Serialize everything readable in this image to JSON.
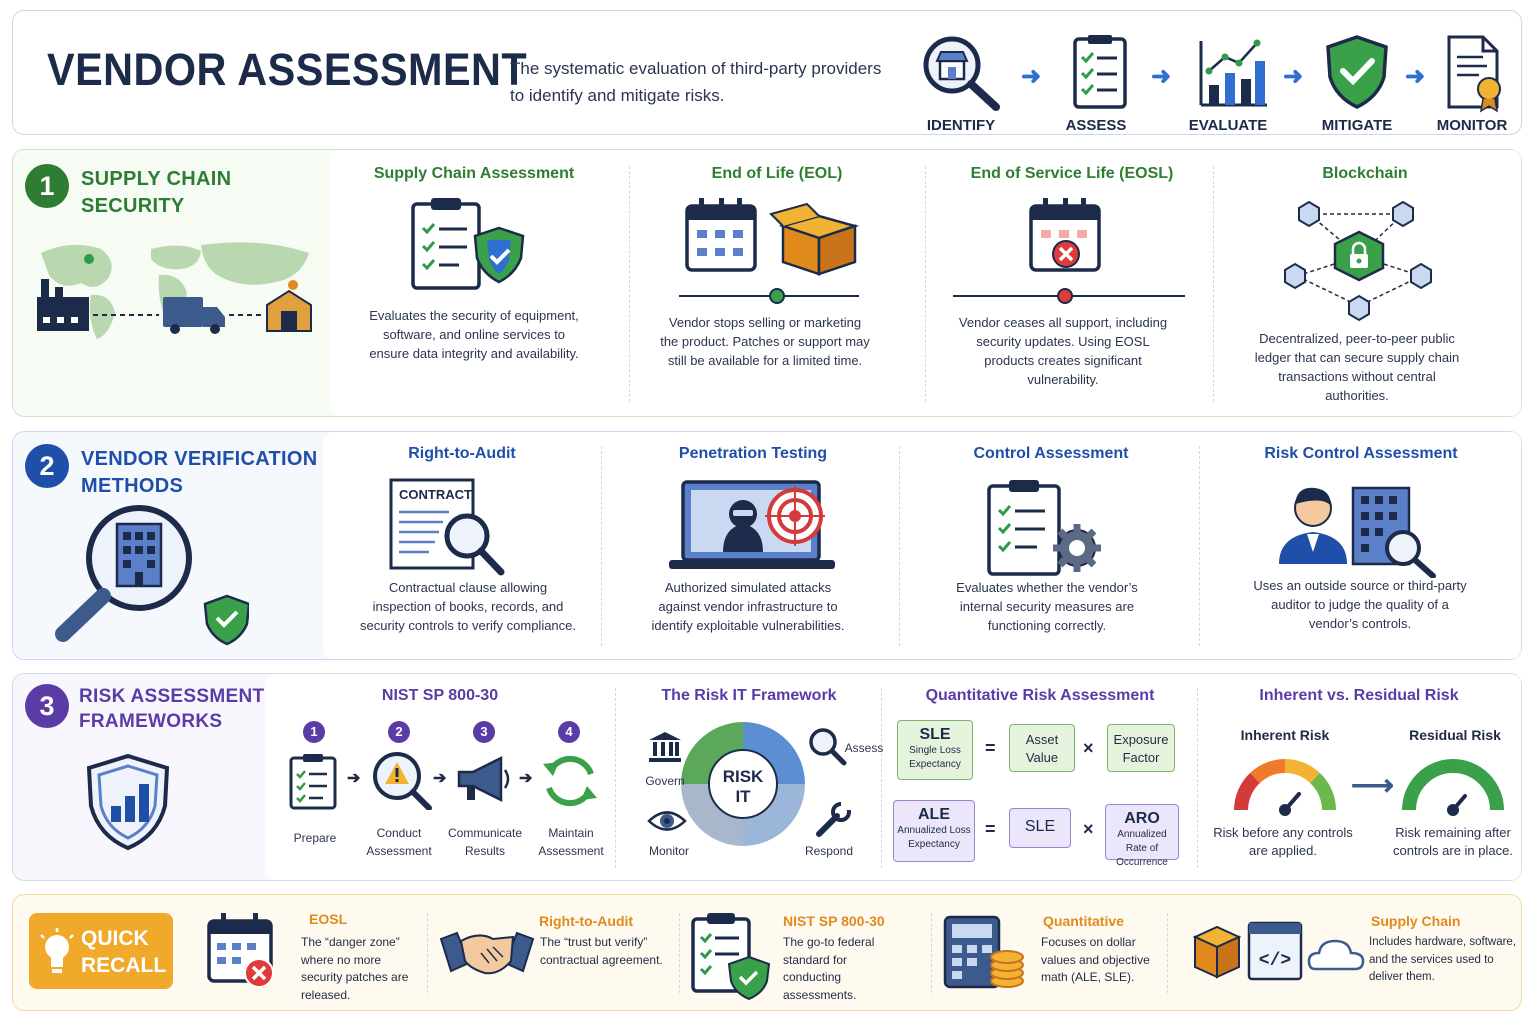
{
  "header": {
    "title": "VENDOR ASSESSMENT",
    "subtitle": "The systematic evaluation of third-party providers to identify and mitigate risks.",
    "steps": [
      "IDENTIFY",
      "ASSESS",
      "EVALUATE",
      "MITIGATE",
      "MONITOR"
    ]
  },
  "section1": {
    "number": "1",
    "title_line1": "SUPPLY CHAIN",
    "title_line2": "SECURITY",
    "cards": [
      {
        "title": "Supply Chain Assessment",
        "desc": "Evaluates the security of equipment, software, and online services to ensure data integrity and availability."
      },
      {
        "title": "End of Life (EOL)",
        "desc": "Vendor stops selling or marketing the product. Patches or support may still be available for a limited time."
      },
      {
        "title": "End of Service Life (EOSL)",
        "desc": "Vendor ceases all support, including security updates. Using EOSL products creates significant vulnerability."
      },
      {
        "title": "Blockchain",
        "desc": "Decentralized, peer-to-peer public ledger that can secure supply chain transactions without central authorities."
      }
    ]
  },
  "section2": {
    "number": "2",
    "title_line1": "VENDOR VERIFICATION",
    "title_line2": "METHODS",
    "contract_label": "CONTRACT",
    "cards": [
      {
        "title": "Right-to-Audit",
        "desc": "Contractual clause allowing inspection of books, records, and security controls to verify compliance."
      },
      {
        "title": "Penetration Testing",
        "desc": "Authorized simulated attacks against vendor infrastructure to identify exploitable vulnerabilities."
      },
      {
        "title": "Control Assessment",
        "desc": "Evaluates whether the vendor’s internal security measures are functioning correctly."
      },
      {
        "title": "Risk Control Assessment",
        "desc": "Uses an outside source or third-party auditor to judge the quality of a vendor’s controls."
      }
    ]
  },
  "section3": {
    "number": "3",
    "title_line1": "RISK ASSESSMENT",
    "title_line2": "FRAMEWORKS",
    "nist": {
      "title": "NIST SP 800-30",
      "steps": [
        {
          "n": "1",
          "l1": "Prepare",
          "l2": ""
        },
        {
          "n": "2",
          "l1": "Conduct",
          "l2": "Assessment"
        },
        {
          "n": "3",
          "l1": "Communicate",
          "l2": "Results"
        },
        {
          "n": "4",
          "l1": "Maintain",
          "l2": "Assessment"
        }
      ]
    },
    "riskit": {
      "title": "The Risk IT Framework",
      "center1": "RISK",
      "center2": "IT",
      "labels": {
        "govern": "Govern",
        "assess": "Assess",
        "monitor": "Monitor",
        "respond": "Respond"
      }
    },
    "quant": {
      "title": "Quantitative Risk Assessment",
      "sle": {
        "abbr": "SLE",
        "full": "Single Loss Expectancy"
      },
      "asset_value": "Asset Value",
      "exposure_factor": "Exposure Factor",
      "ale": {
        "abbr": "ALE",
        "full": "Annualized Loss Expectancy"
      },
      "sle_short": "SLE",
      "aro": {
        "abbr": "ARO",
        "full": "Annualized Rate of Occurrence"
      },
      "equals": "=",
      "times": "×"
    },
    "inherent": {
      "title": "Inherent vs. Residual Risk",
      "inherent_label": "Inherent Risk",
      "residual_label": "Residual Risk",
      "inherent_desc": "Risk before any controls are applied.",
      "residual_desc": "Risk remaining after controls are in place."
    }
  },
  "quick_recall": {
    "label1": "QUICK",
    "label2": "RECALL",
    "items": [
      {
        "title": "EOSL",
        "desc": "The “danger zone” where no more security patches are released."
      },
      {
        "title": "Right-to-Audit",
        "desc": "The “trust but verify” contractual agreement."
      },
      {
        "title": "NIST SP 800-30",
        "desc": "The go-to federal standard for conducting assessments."
      },
      {
        "title": "Quantitative",
        "desc": "Focuses on dollar values and objective math (ALE, SLE)."
      },
      {
        "title": "Supply Chain",
        "desc": "Includes hardware, software, and the services used to deliver them."
      }
    ]
  },
  "colors": {
    "green": "#2e7d32",
    "blue": "#1f4fa8",
    "purple": "#5b3ca6",
    "orange": "#e08a1e",
    "accent": "#2f6fd1"
  }
}
